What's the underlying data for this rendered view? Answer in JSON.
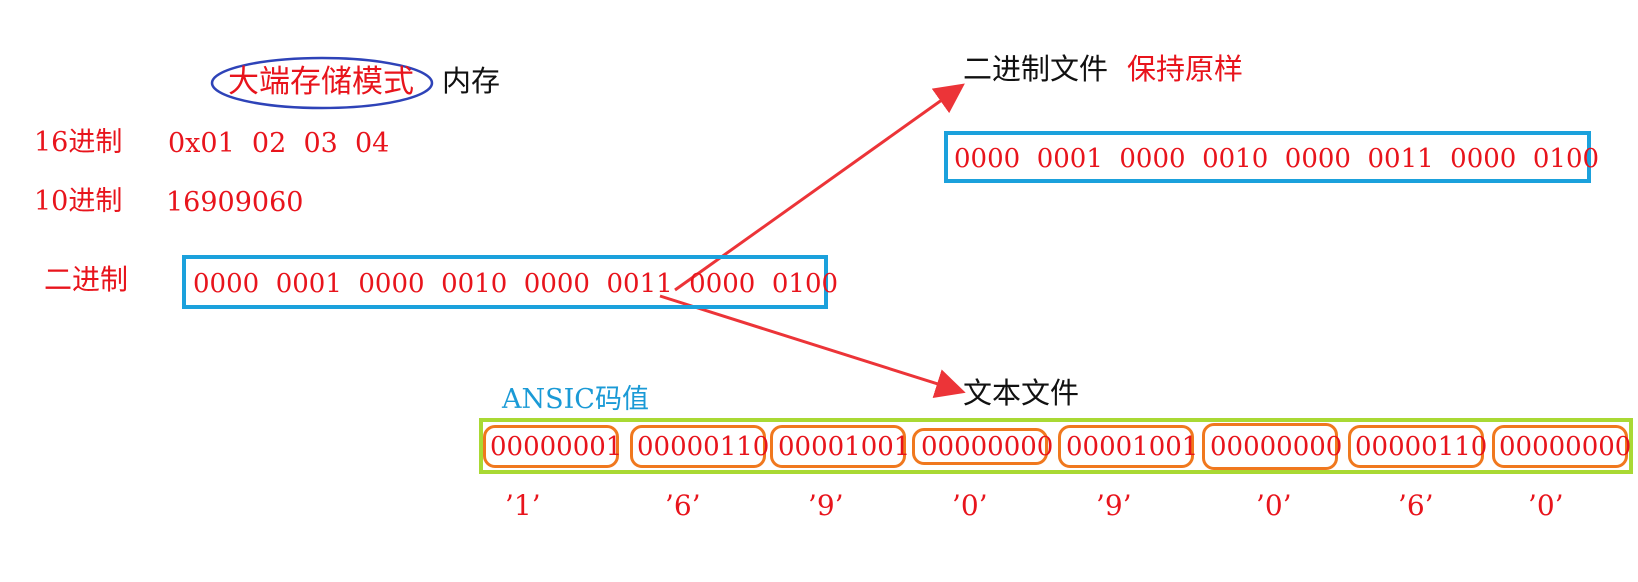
{
  "header": {
    "big_endian": "大端存储模式",
    "memory": "内存"
  },
  "rows": {
    "hex_label": "16进制",
    "hex_value": "0x01  02  03  04",
    "dec_label": "10进制",
    "dec_value": "16909060",
    "bin_label": "二进制",
    "bin_value": "0000  0001  0000  0010  0000  0011  0000  0100"
  },
  "binary_file": {
    "label": "二进制文件",
    "note": "保持原样",
    "value": "0000  0001  0000  0010  0000  0011  0000  0100"
  },
  "text_file": {
    "label": "文本文件",
    "ansi_label": "ANSIC码值",
    "bytes": [
      "00000001",
      "00000110",
      "00001001",
      "00000000",
      "00001001",
      "00000000",
      "00000110",
      "00000000"
    ],
    "chars": [
      "’1’",
      "’6’",
      "’9’",
      "’0’",
      "’9’",
      "’0’",
      "’6’",
      "’0’"
    ]
  },
  "colors": {
    "text_red": "#e8141c",
    "box_blue": "#1ba1dc",
    "box_green": "#a9d934",
    "cell_orange": "#f0781e",
    "ellipse_blue": "#2e43b8",
    "arrow_red": "#ec3438"
  }
}
